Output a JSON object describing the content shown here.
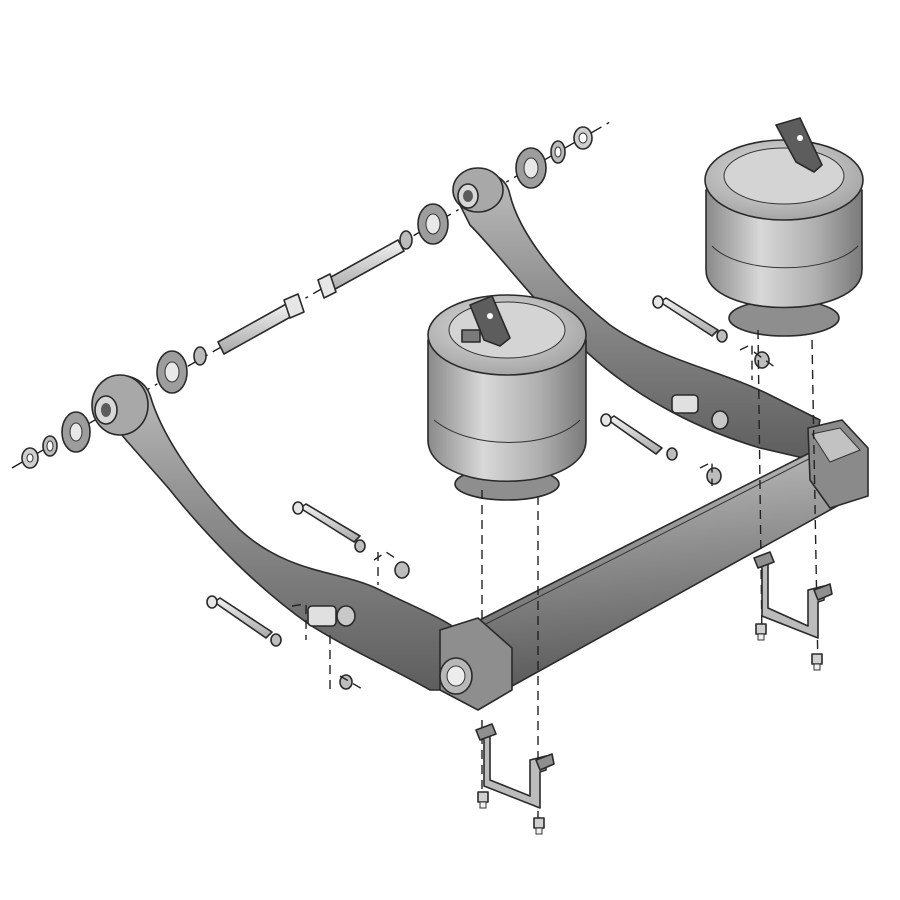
{
  "colors": {
    "background": "#ffffff",
    "metal_dark": "#6f6f6f",
    "metal_mid": "#9a9a9a",
    "metal_light": "#cfcfcf",
    "rubber": "#a9a9a9",
    "outline": "#2a2a2a"
  },
  "scene": {
    "type": "exploded-assembly-drawing",
    "components": [
      "left-trailing-arm",
      "right-trailing-arm",
      "cross-axle-beam",
      "front-air-spring",
      "rear-air-spring",
      "front-pivot-bolt-stack",
      "rear-pivot-bolt-stack",
      "u-bolt-bracket-front",
      "u-bolt-bracket-rear",
      "mounting-bolts",
      "nuts-and-washers"
    ]
  }
}
